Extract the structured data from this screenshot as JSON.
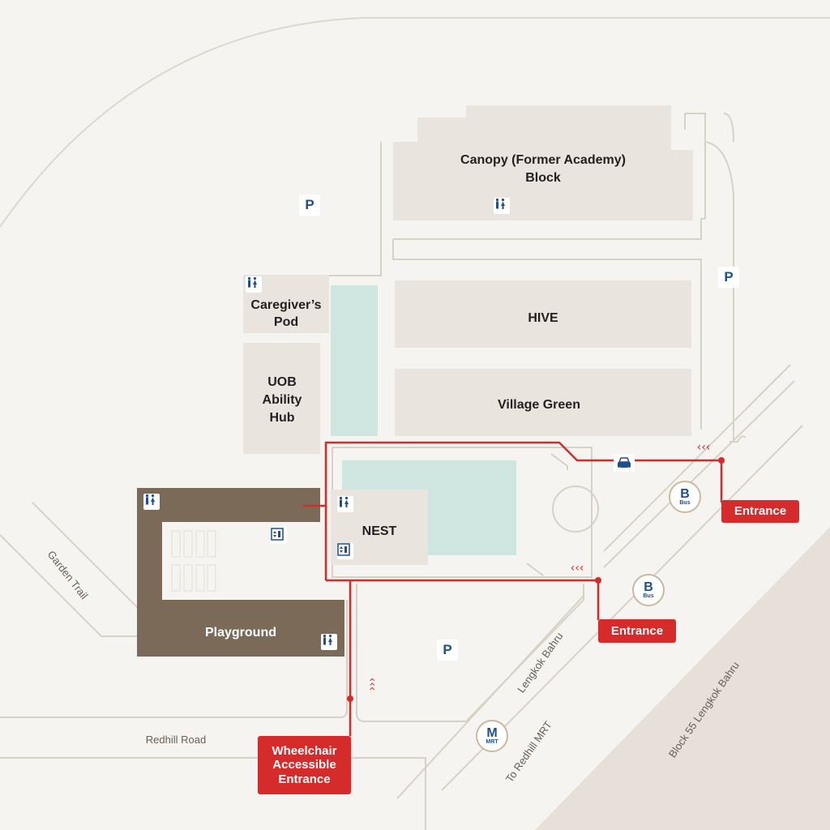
{
  "buildings": {
    "canopy": "Canopy (Former Academy)",
    "canopy_line2": "Block",
    "hive": "HIVE",
    "village_green": "Village Green",
    "caregivers_pod": "Caregiver’s",
    "caregivers_pod_line2": "Pod",
    "uob_hub_line1": "UOB",
    "uob_hub_line2": "Ability",
    "uob_hub_line3": "Hub",
    "nest": "NEST",
    "playground": "Playground"
  },
  "roads": {
    "garden_trail": "Garden Trail",
    "redhill_road": "Redhill Road",
    "lengkok_bahru": "Lengkok Bahru",
    "to_redhill_mrt": "To Redhill MRT",
    "block55": "Block 55 Lengkok Bahru"
  },
  "entrances": {
    "entrance_east": "Entrance",
    "entrance_south": "Entrance",
    "wheelchair": "Wheelchair\nAccessible\nEntrance"
  },
  "icons": {
    "parking": "P",
    "bus_letter": "B",
    "bus_label": "Bus",
    "mrt_letter": "M",
    "mrt_label": "MRT",
    "arrows": "‹‹‹"
  },
  "colors": {
    "route": "#d52b2b",
    "building": "#e9e5de",
    "playground": "#7b6a58",
    "green_space": "#cfe5df",
    "icon_blue": "#1f4e8c"
  }
}
